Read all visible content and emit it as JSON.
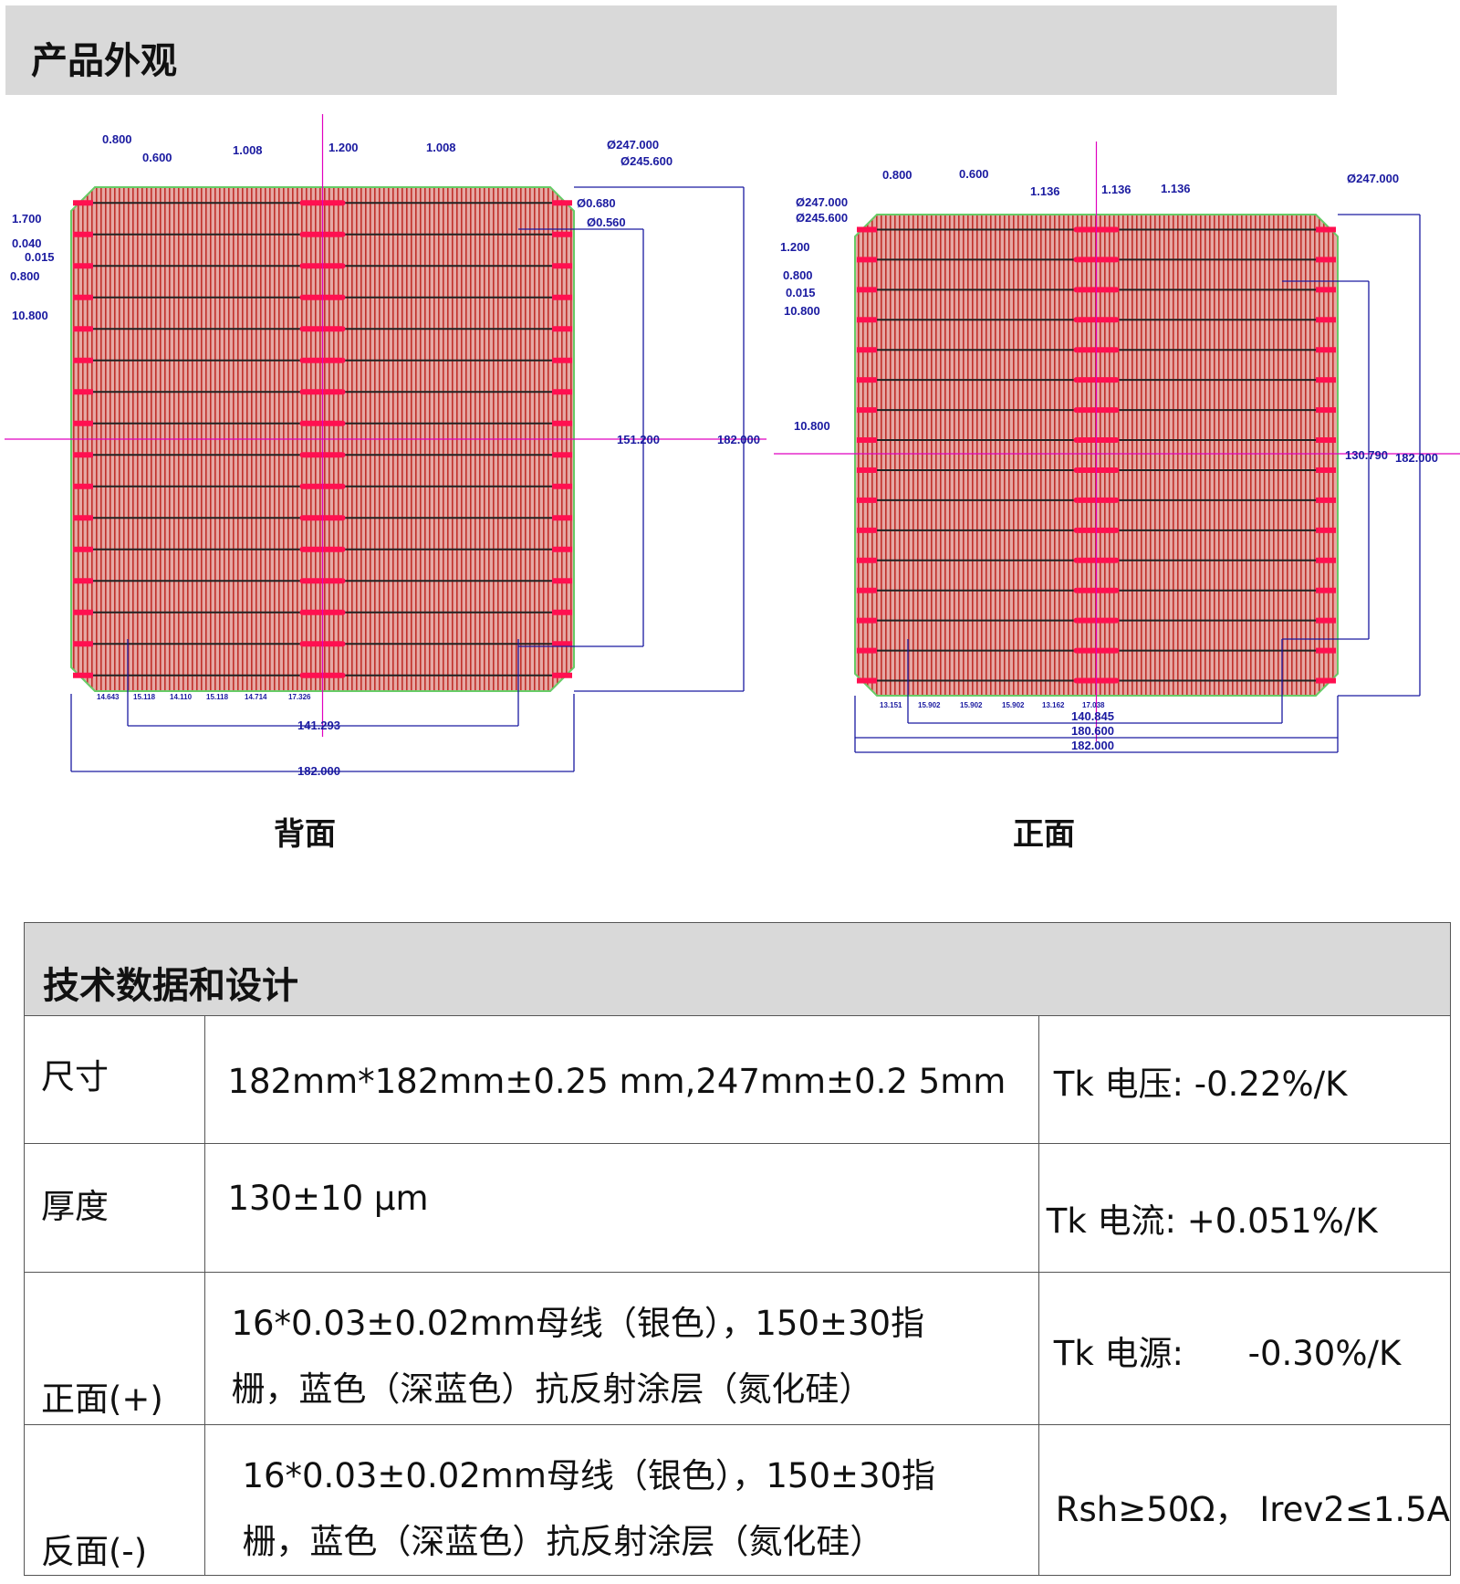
{
  "section1_title": "产品外观",
  "back": {
    "caption": "背面",
    "dims": [
      "0.800",
      "0.600",
      "1.008",
      "1.200",
      "1.008",
      "Ø247.000",
      "Ø245.600",
      "Ø0.680",
      "Ø0.560",
      "1.700",
      "0.040",
      "0.015",
      "0.800",
      "10.800",
      "151.200",
      "182.000",
      "14.643",
      "15.118",
      "14.110",
      "15.118",
      "14.714",
      "17.326",
      "141.293",
      "182.000"
    ]
  },
  "front": {
    "caption": "正面",
    "dims": [
      "0.800",
      "0.600",
      "1.136",
      "1.136",
      "1.136",
      "Ø247.000",
      "Ø247.000",
      "Ø245.600",
      "1.200",
      "0.800",
      "0.015",
      "10.800",
      "10.800",
      "130.790",
      "182.000",
      "13.151",
      "15.902",
      "15.902",
      "15.902",
      "13.162",
      "17.038",
      "140.845",
      "180.600",
      "182.000"
    ]
  },
  "colors": {
    "cell": "#d98a86",
    "stripe": "#c0302a",
    "busbar": "#222222",
    "pad": "#ff1050",
    "dim": "#1a1aa0",
    "axis": "#e000c0"
  },
  "section2_title": "技术数据和设计",
  "rows": [
    {
      "label": "尺寸",
      "spec": "182mm*182mm±0.25 mm,247mm±0.2 5mm",
      "coef": "Tk 电压: -0.22%/K"
    },
    {
      "label": "厚度",
      "spec": "130±10 μm",
      "coef": "Tk 电流: +0.051%/K"
    },
    {
      "label": "正面(+)",
      "spec1": "16*0.03±0.02mm母线（银色），150±30指",
      "spec2": "栅，蓝色（深蓝色）抗反射涂层（氮化硅）",
      "coef": "Tk 电源:      -0.30%/K"
    },
    {
      "label": "反面(-)",
      "spec1": "16*0.03±0.02mm母线（银色），150±30指",
      "spec2": "栅，蓝色（深蓝色）抗反射涂层（氮化硅）",
      "coef": "Rsh≥50Ω， Irev2≤1.5A"
    }
  ]
}
